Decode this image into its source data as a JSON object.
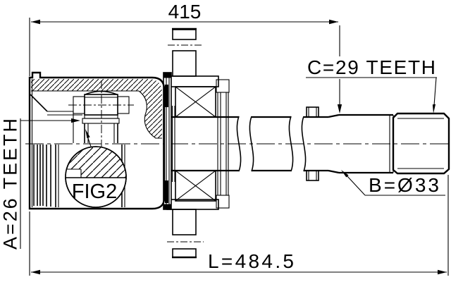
{
  "figure": {
    "detail_label": "FIG2"
  },
  "dimensions": {
    "overall_415": "415",
    "total_length": "L=484.5",
    "teeth_c": "C=29 TEETH",
    "teeth_a": "A=26 TEETH",
    "diameter_b": "B=Ø33"
  },
  "colors": {
    "line": "#000000",
    "background": "#ffffff"
  }
}
